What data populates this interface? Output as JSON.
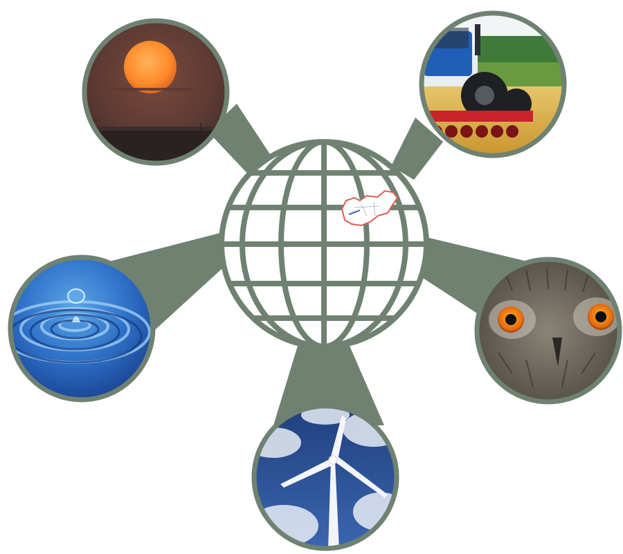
{
  "diagram": {
    "center": {
      "kind": "globe",
      "highlight": "hungary-map"
    },
    "nodes": [
      {
        "id": "sun",
        "subject": "sunset",
        "icon": "sun-icon"
      },
      {
        "id": "agriculture",
        "subject": "tractor-in-field",
        "icon": "tractor-icon"
      },
      {
        "id": "water",
        "subject": "water-drop",
        "icon": "water-drop-icon"
      },
      {
        "id": "wildlife",
        "subject": "owl",
        "icon": "owl-icon"
      },
      {
        "id": "wind",
        "subject": "wind-turbine",
        "icon": "wind-turbine-icon"
      }
    ]
  },
  "colors": {
    "connector": "#6f8272",
    "frame": "#6f8272",
    "globe_line": "#6f8272",
    "map_outline": "#e05a50"
  }
}
